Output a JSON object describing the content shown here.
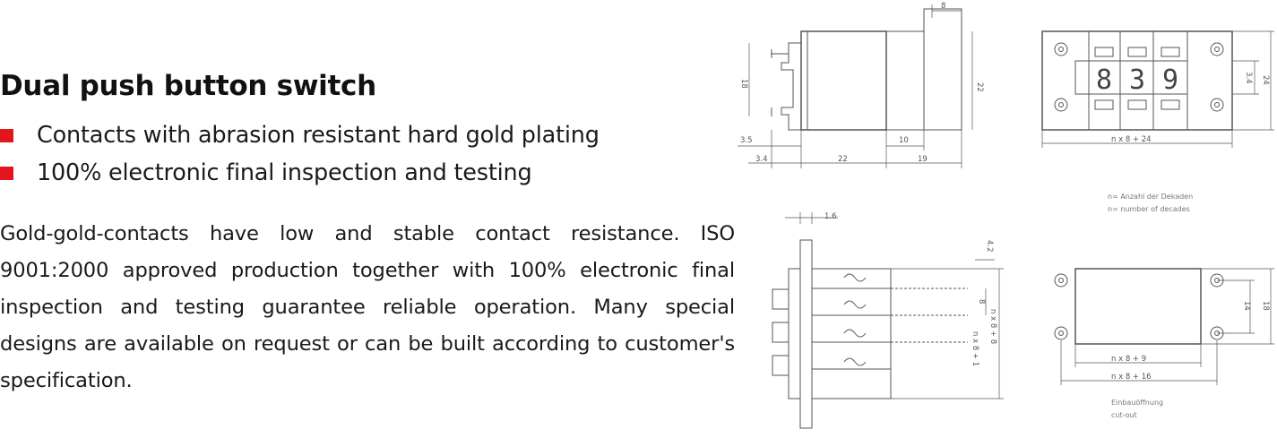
{
  "header": {
    "title": "Dual push button switch"
  },
  "features": [
    {
      "text": "Contacts with abrasion resistant hard gold plating"
    },
    {
      "text": "100% electronic final inspection and testing"
    }
  ],
  "description": "Gold-gold-contacts have low and stable contact resistance. ISO 9001:2000 approved production together with 100% electronic final inspection and testing guarantee reliable operation. Many special designs are available on request or can be built according to customer's specification.",
  "colors": {
    "bullet": "#e3161e",
    "text": "#1a1a1a",
    "drawing": "#555555"
  },
  "drawing_side": {
    "dims": {
      "top_width": "8",
      "height_outer": "22",
      "height_inner": "18",
      "d1": "3.5",
      "d2": "10",
      "b1": "3.4",
      "b2": "22",
      "b3": "19"
    }
  },
  "drawing_front": {
    "digits": [
      "8",
      "3",
      "9"
    ],
    "dims": {
      "width": "n x 8 + 24",
      "h1": "3.4",
      "h2": "24"
    },
    "legend": [
      "n= Anzahl der Dekaden",
      "n= number of decades"
    ]
  },
  "drawing_stack": {
    "dims": {
      "top": "1.6",
      "right_top": "4.2",
      "pitch": "8",
      "total": "n x 8 + 8",
      "pitch2": "n x 8 + 1"
    }
  },
  "drawing_cutout": {
    "dims": {
      "h_inner": "14",
      "h_outer": "18",
      "w_inner": "n x 8 + 9",
      "w_outer": "n x 8 + 16"
    },
    "legend": [
      "Einbauöffnung",
      "cut-out"
    ]
  }
}
